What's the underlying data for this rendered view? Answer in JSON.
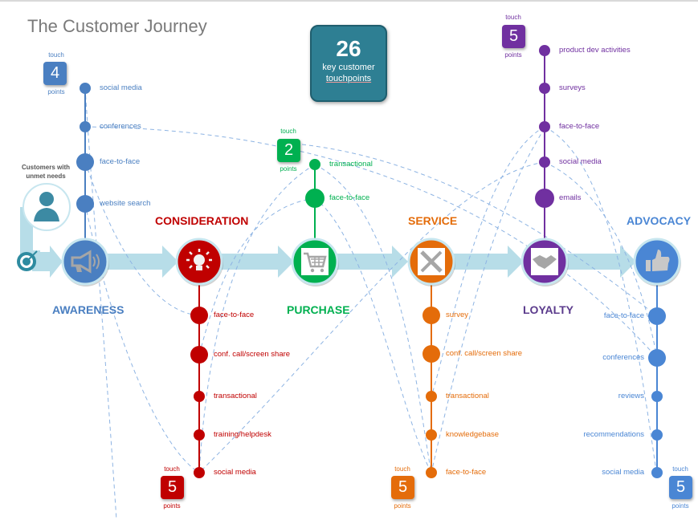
{
  "title": "The Customer Journey",
  "key_box": {
    "number": "26",
    "line1": "key customer",
    "line2": "touchpoints"
  },
  "customer_label": "Customers with unmet needs",
  "colors": {
    "awareness": "#4a7fc1",
    "consideration": "#c00000",
    "purchase": "#00b050",
    "service": "#e46c0a",
    "loyalty": "#7030a0",
    "advocacy": "#4a86d4",
    "flow": "#b7dde8",
    "dash": "#8eb4e3"
  },
  "stages": [
    {
      "id": "awareness",
      "label": "AWARENESS",
      "icon": "megaphone-icon",
      "touch_word": "touch",
      "count": "4",
      "points_word": "points",
      "touchpoints": [
        "social media",
        "conferences",
        "face-to-face",
        "website search"
      ]
    },
    {
      "id": "consideration",
      "label": "CONSIDERATION",
      "icon": "lightbulb-icon",
      "touch_word": "touch",
      "count": "5",
      "points_word": "points",
      "touchpoints": [
        "face-to-face",
        "conf. call/screen share",
        "transactional",
        "training/helpdesk",
        "social media"
      ]
    },
    {
      "id": "purchase",
      "label": "PURCHASE",
      "icon": "shopping-cart-icon",
      "touch_word": "touch",
      "count": "2",
      "points_word": "points",
      "touchpoints": [
        "transactional",
        "face-to-face"
      ]
    },
    {
      "id": "service",
      "label": "SERVICE",
      "icon": "tools-icon",
      "touch_word": "touch",
      "count": "5",
      "points_word": "points",
      "touchpoints": [
        "survey",
        "conf. call/screen share",
        "transactional",
        "knowledgebase",
        "face-to-face"
      ]
    },
    {
      "id": "loyalty",
      "label": "LOYALTY",
      "icon": "handshake-icon",
      "touch_word": "touch",
      "count": "5",
      "points_word": "points",
      "touchpoints": [
        "product dev activities",
        "surveys",
        "face-to-face",
        "social media",
        "emails"
      ]
    },
    {
      "id": "advocacy",
      "label": "ADVOCACY",
      "icon": "thumbs-up-icon",
      "touch_word": "touch",
      "count": "5",
      "points_word": "points",
      "touchpoints": [
        "face-to-face",
        "conferences",
        "reviews",
        "recommendations",
        "social media"
      ]
    }
  ]
}
